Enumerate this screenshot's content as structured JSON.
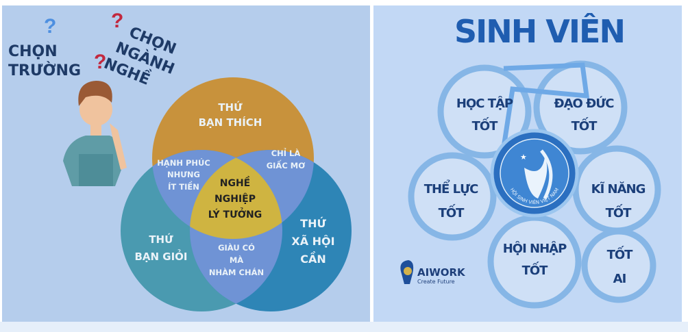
{
  "left": {
    "question_marks": [
      "?",
      "?",
      "?"
    ],
    "choose_school": [
      "CHỌN",
      "TRƯỜNG"
    ],
    "choose_major": [
      "CHỌN",
      "NGÀNH",
      "NGHỀ"
    ],
    "venn": {
      "top": [
        "THỨ",
        "BẠN THÍCH"
      ],
      "left": [
        "THỨ",
        "BẠN GIỎI"
      ],
      "right": [
        "THỨ",
        "XÃ HỘI",
        "CẦN"
      ],
      "top_left": [
        "HẠNH PHÚC",
        "NHƯNG",
        "ÍT TIỀN"
      ],
      "top_right": [
        "CHỈ LÀ",
        "GIẤC MƠ"
      ],
      "bottom": [
        "GIÀU CÓ",
        "MÀ",
        "NHÀM CHÁN"
      ],
      "center": [
        "NGHỀ",
        "NGHIỆP",
        "LÝ TƯỞNG"
      ]
    },
    "colors": {
      "top": "#c8923c",
      "left": "#4a9ab0",
      "right": "#2e85b6",
      "overlap": "#6f93d5",
      "center": "#cfb441"
    }
  },
  "right": {
    "title": "SINH VIÊN",
    "criteria": [
      [
        "HỌC TẬP",
        "TỐT"
      ],
      [
        "ĐẠO ĐỨC",
        "TỐT"
      ],
      [
        "THỂ LỰC",
        "TỐT"
      ],
      [
        "KĨ NĂNG",
        "TỐT"
      ],
      [
        "HỘI NHẬP",
        "TỐT"
      ],
      [
        "TỐT",
        "AI"
      ]
    ],
    "emblem_text": "HỘI SINH VIÊN VIỆT NAM",
    "brand": {
      "name": "AIWORK",
      "tagline": "Create Future"
    }
  }
}
